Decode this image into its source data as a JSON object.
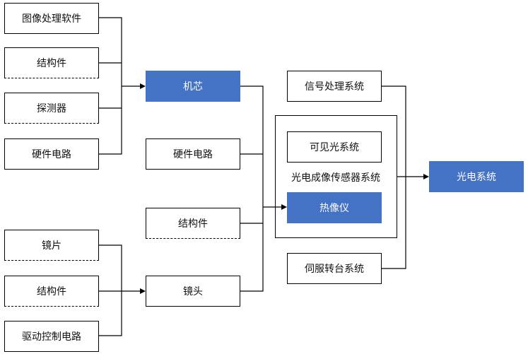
{
  "diagram": {
    "left_column": {
      "top_group": [
        "图像处理软件",
        "结构件",
        "探测器",
        "硬件电路"
      ],
      "bottom_group": [
        "镜片",
        "结构件",
        "驱动控制电路"
      ]
    },
    "middle_column": [
      "机芯",
      "硬件电路",
      "结构件",
      "镜头"
    ],
    "right_column": {
      "signal_processing": "信号处理系统",
      "sensor_group": {
        "visible_light": "可见光系统",
        "label": "光电成像传感器系统",
        "thermal": "热像仪"
      },
      "servo": "伺服转台系统"
    },
    "result": "光电系统"
  },
  "colors": {
    "highlight": "#4472c4",
    "line": "#000000"
  }
}
